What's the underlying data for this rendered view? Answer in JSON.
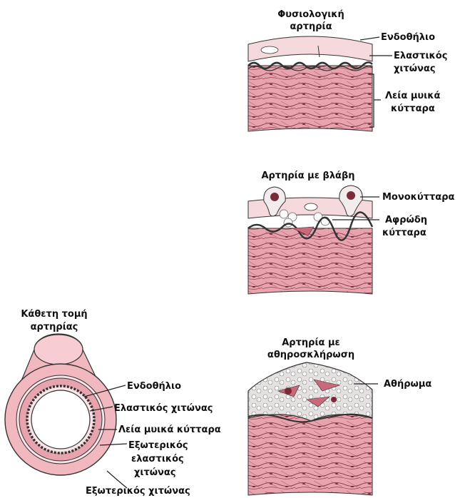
{
  "colors": {
    "muscle": "#e8a4ae",
    "muscle_lines": "#7a2b3a",
    "endothelium": "#f6d9dd",
    "foam_cell": "#f4f4f4",
    "atheroma": "#e2dcdc",
    "outer_wall": "#f2b8c0"
  },
  "panels": {
    "normal": {
      "title_line1": "Φυσιολογική",
      "title_line2": "αρτηρία",
      "label_endothelium": "Ενδοθήλιο",
      "label_elastic_line1": "Ελαστικός",
      "label_elastic_line2": "χιτώνας",
      "label_muscle_line1": "Λεία μυικά",
      "label_muscle_line2": "κύτταρα"
    },
    "damaged": {
      "title": "Αρτηρία με βλάβη",
      "label_monocytes": "Μονοκύτταρα",
      "label_foam_line1": "Αφρώδη",
      "label_foam_line2": "κύτταρα"
    },
    "atherosclerosis": {
      "title_line1": "Αρτηρία με",
      "title_line2": "αθηροσκλήρωση",
      "label_atheroma": "Αθήρωμα"
    },
    "cross_section": {
      "title_line1": "Κάθετη τομή",
      "title_line2": "αρτηρίας",
      "label_endothelium": "Ενδοθήλιο",
      "label_elastic": "Ελαστικός χιτώνας",
      "label_muscle": "Λεία μυικά κύτταρα",
      "label_external_elastic_line1": "Εξωτερικός",
      "label_external_elastic_line2": "ελαστικός",
      "label_external_elastic_line3": "χιτώνας",
      "label_external": "Εξωτερικός χιτώνας"
    }
  }
}
